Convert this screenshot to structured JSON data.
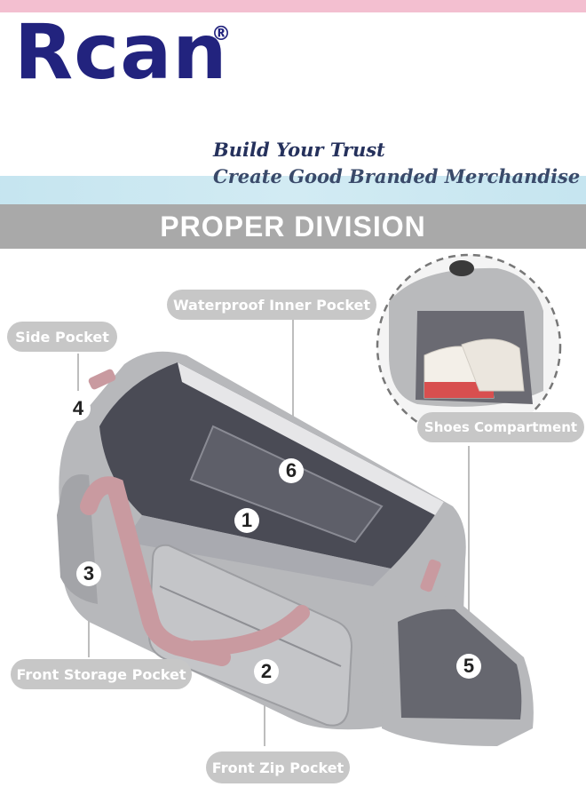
{
  "brand": {
    "logo_text": "Rcan",
    "registered_mark": "®"
  },
  "tagline": {
    "line1": "Build Your Trust",
    "line2": "Create Good Branded Merchandise"
  },
  "section_title": "PROPER DIVISION",
  "callouts": {
    "waterproof_inner_pocket": "Waterproof Inner Pocket",
    "side_pocket": "Side Pocket",
    "shoes_compartment": "Shoes Compartment",
    "front_storage_pocket": "Front Storage Pocket",
    "front_zip_pocket": "Front Zip Pocket"
  },
  "markers": {
    "m1": "1",
    "m2": "2",
    "m3": "3",
    "m4": "4",
    "m5": "5",
    "m6": "6"
  },
  "colors": {
    "brand_navy": "#22237e",
    "bag_grey": "#b5b5b7",
    "strap_pink": "#c99aa0",
    "label_grey": "#c7c7c7"
  }
}
